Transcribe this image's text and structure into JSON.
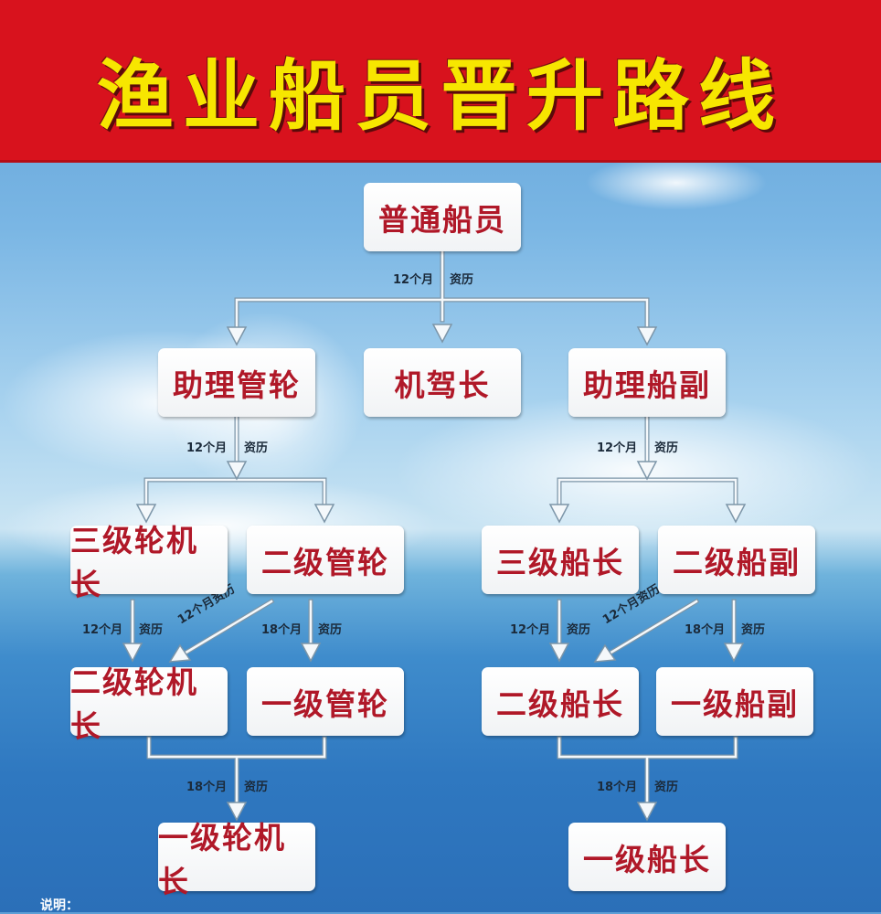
{
  "title": "渔业船员晋升路线",
  "nodes": {
    "ordinary_crew": "普通船员",
    "assistant_engineer": "助理管轮",
    "engine_driver_chief": "机驾长",
    "assistant_mate": "助理船副",
    "third_chief_engineer": "三级轮机长",
    "second_engineer": "二级管轮",
    "third_captain": "三级船长",
    "second_mate": "二级船副",
    "second_chief_engineer": "二级轮机长",
    "first_engineer": "一级管轮",
    "second_captain": "二级船长",
    "first_mate": "一级船副",
    "first_chief_engineer": "一级轮机长",
    "first_captain": "一级船长"
  },
  "labels": {
    "m12": "12个月",
    "m18": "18个月",
    "exp": "资历",
    "diag": "12个月资历"
  },
  "note": "说明："
}
